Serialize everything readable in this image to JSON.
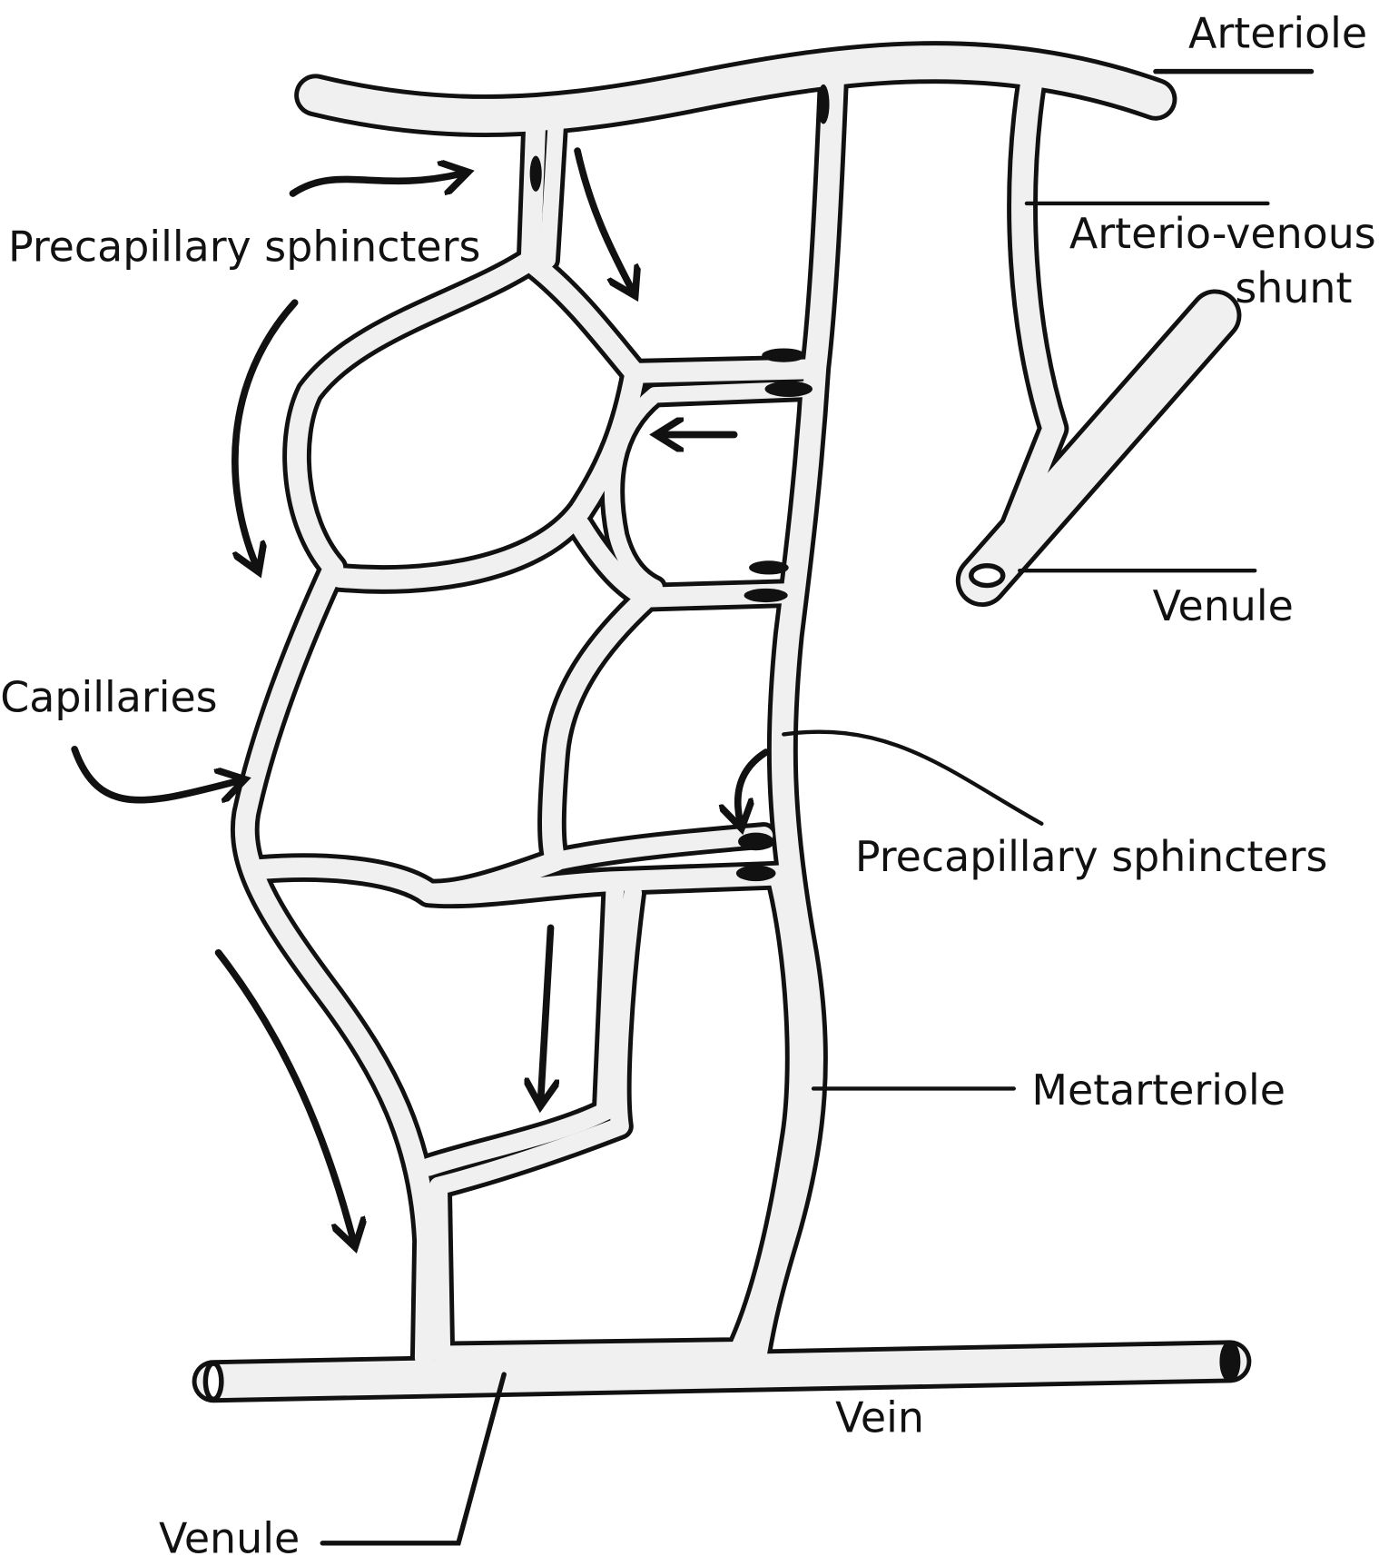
{
  "labels": {
    "arteriole": "Arteriole",
    "av_shunt_line1": "Arterio-venous",
    "av_shunt_line2": "shunt",
    "venule_right": "Venule",
    "precap_left": "Precapillary sphincters",
    "capillaries": "Capillaries",
    "precap_right": "Precapillary sphincters",
    "metarteriole": "Metarteriole",
    "vein": "Vein",
    "venule_bottom": "Venule"
  },
  "colors": {
    "ink": "#111111",
    "vessel_fill": "#f0f0f0"
  }
}
